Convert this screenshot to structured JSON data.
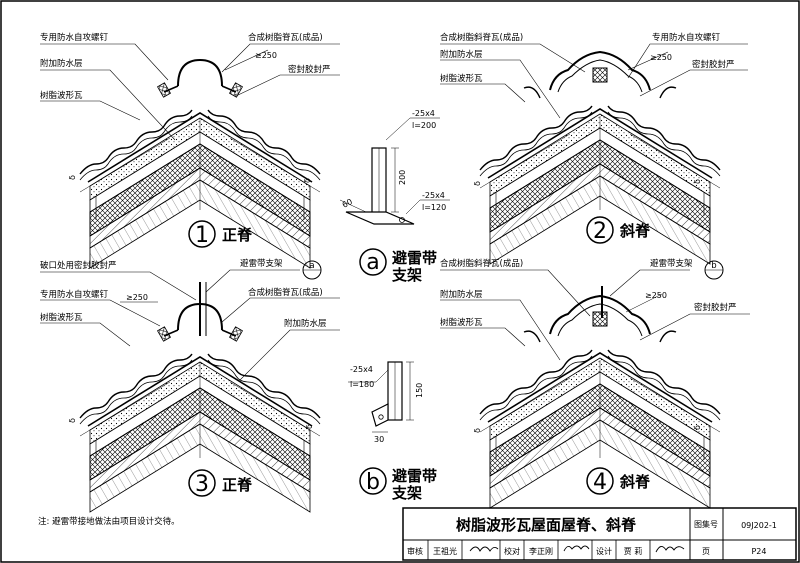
{
  "details": {
    "d1": {
      "number": "1",
      "name": "正脊",
      "labels": {
        "screw": "专用防水自攻螺钉",
        "extra_waterproof": "附加防水层",
        "tile": "树脂波形瓦",
        "ridge_tile": "合成树脂脊瓦(成品)",
        "sealant": "密封胶封严",
        "overlap": "≥250"
      }
    },
    "d2": {
      "number": "2",
      "name": "斜脊",
      "labels": {
        "ridge_tile": "合成树脂斜脊瓦(成品)",
        "extra_waterproof": "附加防水层",
        "tile": "树脂波形瓦",
        "screw": "专用防水自攻螺钉",
        "sealant": "密封胶封严",
        "overlap": "≥250"
      }
    },
    "d3": {
      "number": "3",
      "name": "正脊",
      "labels": {
        "break_seal": "破口处用密封胶封严",
        "screw": "专用防水自攻螺钉",
        "tile": "树脂波形瓦",
        "bracket": "避雷带支架",
        "ridge_tile": "合成树脂脊瓦(成品)",
        "extra_waterproof": "附加防水层",
        "overlap": "≥250",
        "ref": "a"
      }
    },
    "d4": {
      "number": "4",
      "name": "斜脊",
      "labels": {
        "ridge_tile": "合成树脂斜脊瓦(成品)",
        "extra_waterproof": "附加防水层",
        "tile": "树脂波形瓦",
        "bracket": "避雷带支架",
        "sealant": "密封胶封严",
        "overlap": "≥250",
        "ref": "b"
      }
    }
  },
  "brackets": {
    "a": {
      "letter": "a",
      "name_line1": "避雷带",
      "name_line2": "支架",
      "dims": {
        "top_section": "-25x4",
        "top_length": "l=200",
        "height": "200",
        "bottom_section": "-25x4",
        "bottom_length": "l=120",
        "base": "60"
      }
    },
    "b": {
      "letter": "b",
      "name_line1": "避雷带",
      "name_line2": "支架",
      "dims": {
        "section": "-25x4",
        "length": "l=180",
        "height": "150",
        "base": "30"
      }
    }
  },
  "dimension_mark": "δ",
  "note": "注: 避雷带接地做法由项目设计交待。",
  "title_block": {
    "title": "树脂波形瓦屋面屋脊、斜脊",
    "atlas_label": "图集号",
    "atlas_no": "09J202-1",
    "review_label": "审核",
    "reviewer": "王祖光",
    "check_label": "校对",
    "checker": "李正刚",
    "design_label": "设计",
    "designer": "贾  莉",
    "page_label": "页",
    "page": "P24"
  }
}
